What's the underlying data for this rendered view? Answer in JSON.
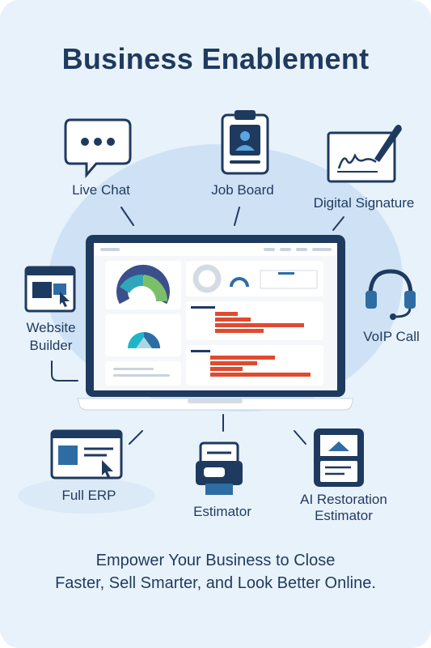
{
  "title": "Business Enablement",
  "features": {
    "live_chat": "Live Chat",
    "job_board": "Job Board",
    "digital_signature": "Digital Signature",
    "website_builder_line1": "Website",
    "website_builder_line2": "Builder",
    "voip_call": "VoIP Call",
    "full_erp": "Full ERP",
    "estimator": "Estimator",
    "ai_restoration_line1": "AI Restoration",
    "ai_restoration_line2": "Estimator"
  },
  "tagline": {
    "line1": "Empower Your Business to Close",
    "line2": "Faster, Sell Smarter, and Look Better Online."
  },
  "colors": {
    "navy": "#1f3a5f",
    "accent_blue": "#2e6da4",
    "teal": "#1fb5c8",
    "bar_red": "#e04a2f",
    "background": "#e8f2fb"
  },
  "icons": [
    "chat-bubble-icon",
    "clipboard-id-icon",
    "signature-pen-icon",
    "browser-window-icon",
    "headset-icon",
    "erp-window-icon",
    "estimator-printer-icon",
    "mobile-device-icon"
  ]
}
